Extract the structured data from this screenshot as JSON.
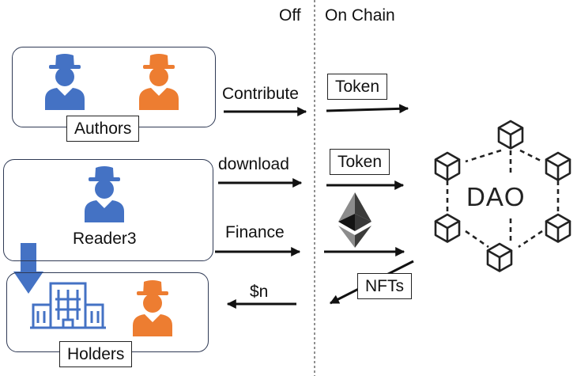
{
  "header": {
    "off_label": "Off",
    "on_label": "On Chain"
  },
  "groups": {
    "authors": {
      "label": "Authors"
    },
    "reader": {
      "label": "Reader3"
    },
    "holders": {
      "label": "Holders"
    }
  },
  "flows": {
    "contribute": "Contribute",
    "download": "download",
    "finance": "Finance",
    "payout": "$n"
  },
  "chain_labels": {
    "token_top": "Token",
    "token_mid": "Token",
    "nfts": "NFTs"
  },
  "dao": {
    "label": "DAO"
  },
  "icons": {
    "author_1": "person-hat-icon",
    "author_2": "person-hat-icon",
    "reader": "person-hat-icon",
    "holder_building": "building-icon",
    "holder_person": "person-hat-icon",
    "ethereum": "ethereum-icon",
    "dao_network": "blockchain-network-icon"
  },
  "colors": {
    "blue": "#4472c4",
    "orange": "#ed7d31",
    "line": "#111111",
    "box_border": "#2f3a55"
  }
}
